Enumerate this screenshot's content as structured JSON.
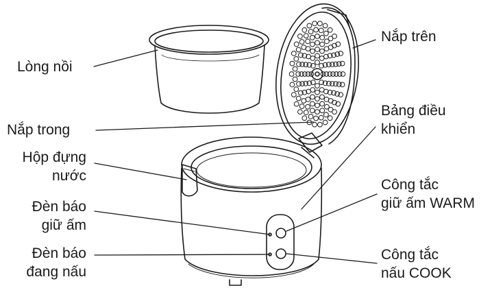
{
  "labels": {
    "inner_pot": "Lòng nồi",
    "inner_lid": "Nắp trong",
    "water_box_1": "Hộp đựng",
    "water_box_2": "nước",
    "warm_lamp_1": "Đèn báo",
    "warm_lamp_2": "giữ ấm",
    "cook_lamp_1": "Đèn báo",
    "cook_lamp_2": "đang nấu",
    "top_lid": "Nắp trên",
    "control_panel_1": "Bảng  điều",
    "control_panel_2": "khiển",
    "warm_switch_1": "Công tắc",
    "warm_switch_2": "giữ ấm WARM",
    "cook_switch_1": "Công tắc",
    "cook_switch_2": "nấu COOK"
  },
  "colors": {
    "line": "#1a1a1a",
    "text": "#1a1a1a",
    "background": "#ffffff"
  }
}
